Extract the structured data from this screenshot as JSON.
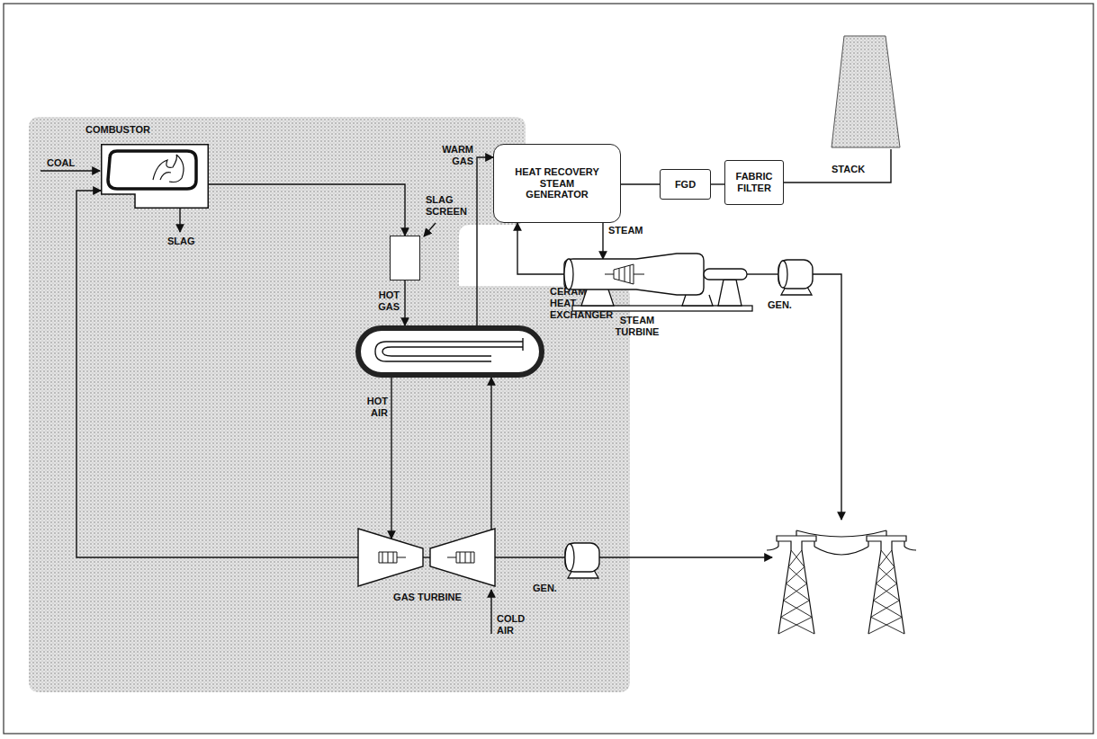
{
  "diagram": {
    "nodes": [
      {
        "text": [
          "COMBUSTOR"
        ]
      },
      {
        "text": [
          "SLAG SCREEN"
        ]
      },
      {
        "text": [
          "CERAMIC HEAT EXCHANGER"
        ]
      },
      {
        "text": [
          "GAS TURBINE"
        ]
      },
      {
        "text": [
          "GEN."
        ]
      },
      {
        "text": [
          "HEAT RECOVERY STEAM GENERATOR"
        ]
      },
      {
        "text": [
          "FGD"
        ]
      },
      {
        "text": [
          "FABRIC FILTER"
        ]
      },
      {
        "text": [
          "STACK"
        ]
      },
      {
        "text": [
          "STEAM TURBINE"
        ]
      },
      {
        "text": [
          "GEN."
        ]
      }
    ],
    "edges": [
      {
        "from": 0,
        "to": 1,
        "arrow": "to"
      },
      {
        "from": 1,
        "to": 2,
        "arrow": "to"
      },
      {
        "from": 2,
        "to": 5,
        "arrow": "to"
      },
      {
        "from": 5,
        "to": 6,
        "arrow": "none"
      },
      {
        "from": 6,
        "to": 7,
        "arrow": "none"
      },
      {
        "from": 7,
        "to": 8,
        "arrow": "none"
      },
      {
        "from": 5,
        "to": 9,
        "arrow": "to"
      },
      {
        "from": 9,
        "to": 5,
        "arrow": "to"
      },
      {
        "from": 9,
        "to": 10,
        "arrow": "none"
      },
      {
        "from": 2,
        "to": 3,
        "arrow": "to"
      },
      {
        "from": 3,
        "to": 2,
        "arrow": "to"
      },
      {
        "from": 3,
        "to": 0,
        "arrow": "to"
      },
      {
        "from": 3,
        "to": 4,
        "arrow": "none"
      }
    ],
    "labels": [
      "COAL",
      "SLAG",
      "WARM GAS",
      "HOT GAS",
      "STEAM",
      "HOT AIR",
      "COLD AIR"
    ]
  }
}
